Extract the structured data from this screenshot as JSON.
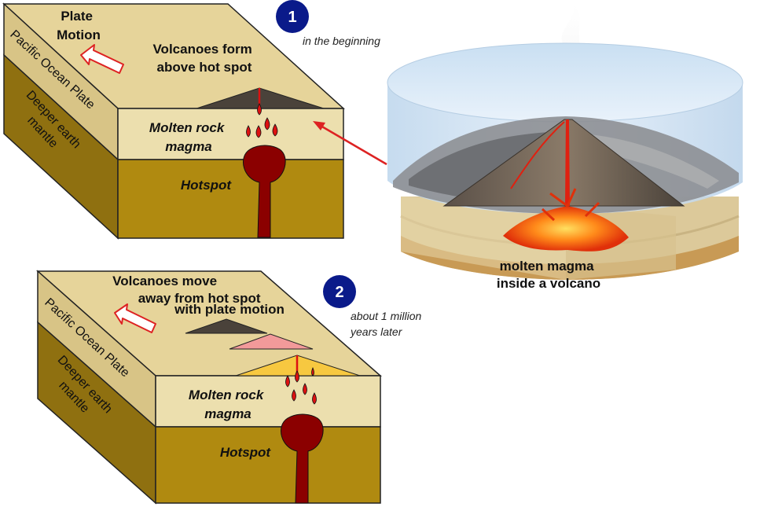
{
  "step1": {
    "number": "1",
    "note": "in the beginning",
    "plate_motion": [
      "Plate",
      "Motion"
    ],
    "volcano_label": [
      "Volcanoes form",
      "above hot spot"
    ],
    "molten_label": [
      "Molten rock",
      "magma"
    ],
    "hotspot_label": "Hotspot",
    "plate_side_label": "Pacific Ocean Plate",
    "mantle_label": [
      "Deeper earth",
      "mantle"
    ]
  },
  "step2": {
    "number": "2",
    "note": [
      "about 1 million",
      "years later"
    ],
    "volcano_label": [
      "Volcanoes move",
      "away from hot spot",
      "with plate motion"
    ],
    "molten_label": [
      "Molten rock",
      "magma"
    ],
    "hotspot_label": "Hotspot",
    "plate_side_label": "Pacific Ocean Plate",
    "mantle_label": [
      "Deeper earth",
      "mantle"
    ]
  },
  "cutaway": {
    "caption": [
      "molten magma",
      "inside a volcano"
    ]
  },
  "colors": {
    "plate_top": "#e6d49a",
    "plate_front": "#ecdfae",
    "plate_side": "#d8c486",
    "mantle_front": "#b08a10",
    "mantle_side": "#8f7010",
    "magma": "#8b0000",
    "droplet": "#dd1111",
    "badge": "#0a1a8a",
    "arrow": "#dd2222"
  }
}
